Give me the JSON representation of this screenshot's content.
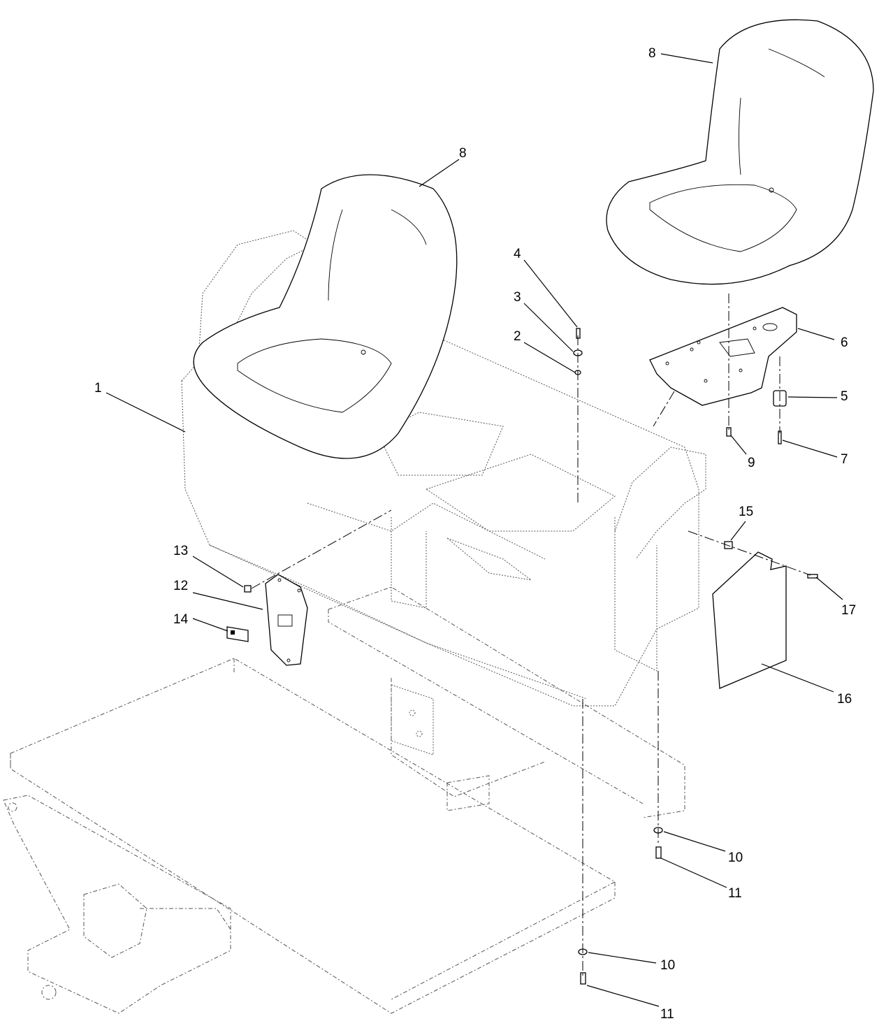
{
  "callouts": {
    "c1": "1",
    "c2": "2",
    "c3": "3",
    "c4": "4",
    "c5": "5",
    "c6": "6",
    "c7": "7",
    "c8a": "8",
    "c8b": "8",
    "c9": "9",
    "c10a": "10",
    "c10b": "10",
    "c11a": "11",
    "c11b": "11",
    "c12": "12",
    "c13": "13",
    "c14": "14",
    "c15": "15",
    "c16": "16",
    "c17": "17"
  }
}
